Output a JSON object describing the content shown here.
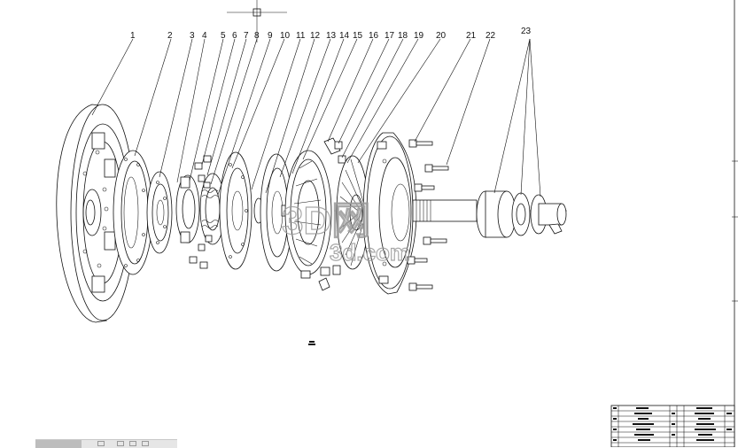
{
  "part_labels": [
    "1",
    "2",
    "3",
    "4",
    "5",
    "6",
    "7",
    "8",
    "9",
    "10",
    "11",
    "12",
    "13",
    "14",
    "15",
    "16",
    "17",
    "18",
    "19",
    "20",
    "21",
    "22",
    "23"
  ],
  "watermark": {
    "line1": "3D网",
    "line2": "3d.com"
  },
  "colors": {
    "line": "#111111",
    "watermark": "#9a9a9a",
    "background": "#ffffff"
  },
  "icons": [
    "crosshair-cursor-icon"
  ]
}
